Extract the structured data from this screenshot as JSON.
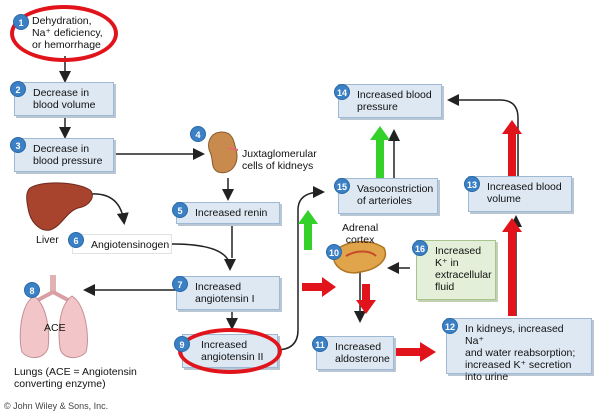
{
  "steps": [
    {
      "num": "1",
      "line1": "Dehydration,",
      "line2": "Na⁺ deficiency,",
      "line3": "or hemorrhage"
    },
    {
      "num": "2",
      "line1": "Decrease in",
      "line2": "blood volume"
    },
    {
      "num": "3",
      "line1": "Decrease in",
      "line2": "blood pressure"
    },
    {
      "num": "4",
      "line1": "Juxtaglomerular",
      "line2": "cells of kidneys"
    },
    {
      "num": "5",
      "line1": "Increased renin"
    },
    {
      "num": "6",
      "line1": "Angiotensinogen"
    },
    {
      "num": "7",
      "line1": "Increased",
      "line2": "angiotensin I"
    },
    {
      "num": "8"
    },
    {
      "num": "9",
      "line1": "Increased",
      "line2": "angiotensin II"
    },
    {
      "num": "10",
      "line1": "Adrenal",
      "line2": "cortex"
    },
    {
      "num": "11",
      "line1": "Increased",
      "line2": "aldosterone"
    },
    {
      "num": "12",
      "line1": "In kidneys, increased Na⁺",
      "line2": "and water reabsorption;",
      "line3": "increased K⁺ secretion",
      "line4": "into urine"
    },
    {
      "num": "13",
      "line1": "Increased blood",
      "line2": "volume"
    },
    {
      "num": "14",
      "line1": "Increased blood",
      "line2": "pressure"
    },
    {
      "num": "15",
      "line1": "Vasoconstriction",
      "line2": "of arterioles"
    },
    {
      "num": "16",
      "line1": "Increased",
      "line2": "K⁺ in",
      "line3": "extracellular",
      "line4": "fluid"
    }
  ],
  "labels": {
    "liver": "Liver",
    "ace": "ACE",
    "lungs_line1": "Lungs (ACE = Angiotensin",
    "lungs_line2": "converting enzyme)",
    "copyright": "© John Wiley & Sons, Inc."
  },
  "colors": {
    "stimulate_arrow": "#e1141c",
    "inhibit_arrow": "#35d12b",
    "highlight_ring": "#e1141c",
    "box_fill": "#dde8f3",
    "step_badge": "#3b7fc4"
  }
}
